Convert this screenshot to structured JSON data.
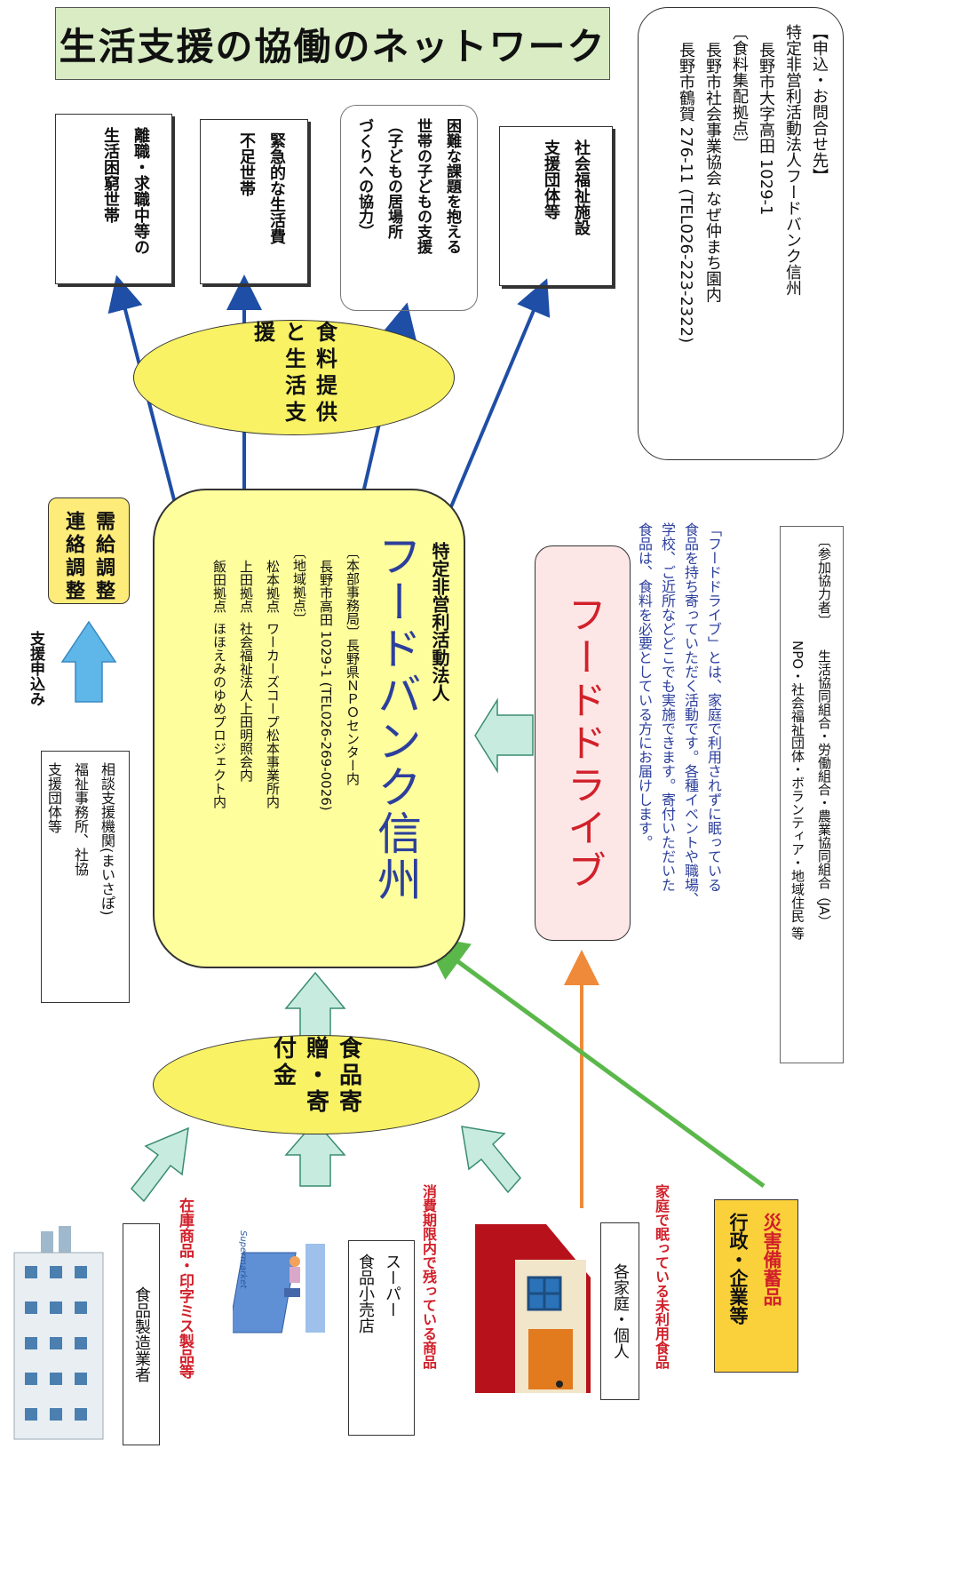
{
  "title": "生活支援の協働のネットワーク",
  "contact": {
    "heading1": "【申込・お問合せ先】",
    "org": "特定非営利活動法人フードバンク信州",
    "address": "長野市大字高田 1029-1",
    "heading2": "〔食料集配拠点〕",
    "hub_name": "長野市社会事業協会 なぜ仲まち園内",
    "hub_address": "長野市鶴賀 276-11 (TEL026-223-2322)"
  },
  "targets": [
    {
      "line1": "離職・求職中等の",
      "line2": "生活困窮世帯"
    },
    {
      "line1": "緊急的な生活費",
      "line2": "不足世帯"
    },
    {
      "line1": "困難な課題を抱える",
      "line2": "世帯の子どもの支援",
      "line3": "（子どもの居場所",
      "line4": "づくりへの協力）"
    },
    {
      "line1": "社会福祉施設",
      "line2": "支援団体等"
    }
  ],
  "support_ellipse": "食料提供と生活支援",
  "coordination": {
    "line1": "需給調整",
    "line2": "連絡調整"
  },
  "support_request": "支援申込み",
  "consult": {
    "line1": "相談支援機関(まいさぽ)",
    "line2": "福祉事務所、社協",
    "line3": "支援団体等"
  },
  "main": {
    "org_type": "特定非営利活動法人",
    "name": "フードバンク信州",
    "hq_label": "〔本部事務局〕長野県ＮＰＯセンター内",
    "hq_address": "長野市高田 1029-1 (TEL026-269-0026)",
    "bases_label": "〔地域拠点〕",
    "bases": [
      {
        "name": "松本拠点",
        "place": "ワーカーズコープ松本事業所内"
      },
      {
        "name": "上田拠点",
        "place": "社会福祉法人上田明照会内"
      },
      {
        "name": "飯田拠点",
        "place": "ほほえみのゆめプロジェクト内"
      }
    ]
  },
  "food_drive": "フードドライブ",
  "food_drive_desc": {
    "line1": "「フードドライブ」とは、家庭で利用されずに眠っている",
    "line2": "食品を持ち寄っていただく活動です。各種イベントや職場、",
    "line3": "学校、ご近所などどこでも実施できます。寄付いただいた",
    "line4": "食品は、食料を必要としている方にお届けします。"
  },
  "participants": {
    "label": "〔参加協力者〕",
    "line1": "生活協同組合・労働組合・農業協同組合（JA）",
    "line2": "NPO・社会福祉団体・ボランティア・地域住民 等"
  },
  "donation_ellipse": "食品寄贈・寄付金",
  "sources": [
    {
      "label": "食品製造業者",
      "note": "在庫商品・印字ミス製品等"
    },
    {
      "label1": "スーパー",
      "label2": "食品小売店",
      "note": "消費期限内で残っている商品",
      "logo": "Supermarket"
    },
    {
      "label": "各家庭・個人",
      "note": "家庭で眠っている未利用食品"
    }
  ],
  "disaster": {
    "line1": "災害備蓄品",
    "line2": "行政・企業等"
  },
  "colors": {
    "title_bg": "#d9ecc4",
    "yellow": "#fefe9c",
    "ellipse_yellow": "#f8f264",
    "coord_bg": "#fdeb7a",
    "red_text": "#d1202a",
    "blue_text": "#2c3f9c",
    "arrow_blue": "#1e4ea5",
    "pale_arrow": "#c7ebdf",
    "food_drive_bg": "#fde6e6",
    "orange": "#ef8a3a",
    "green": "#5ab84a",
    "disaster_bg": "#fbd13b"
  }
}
